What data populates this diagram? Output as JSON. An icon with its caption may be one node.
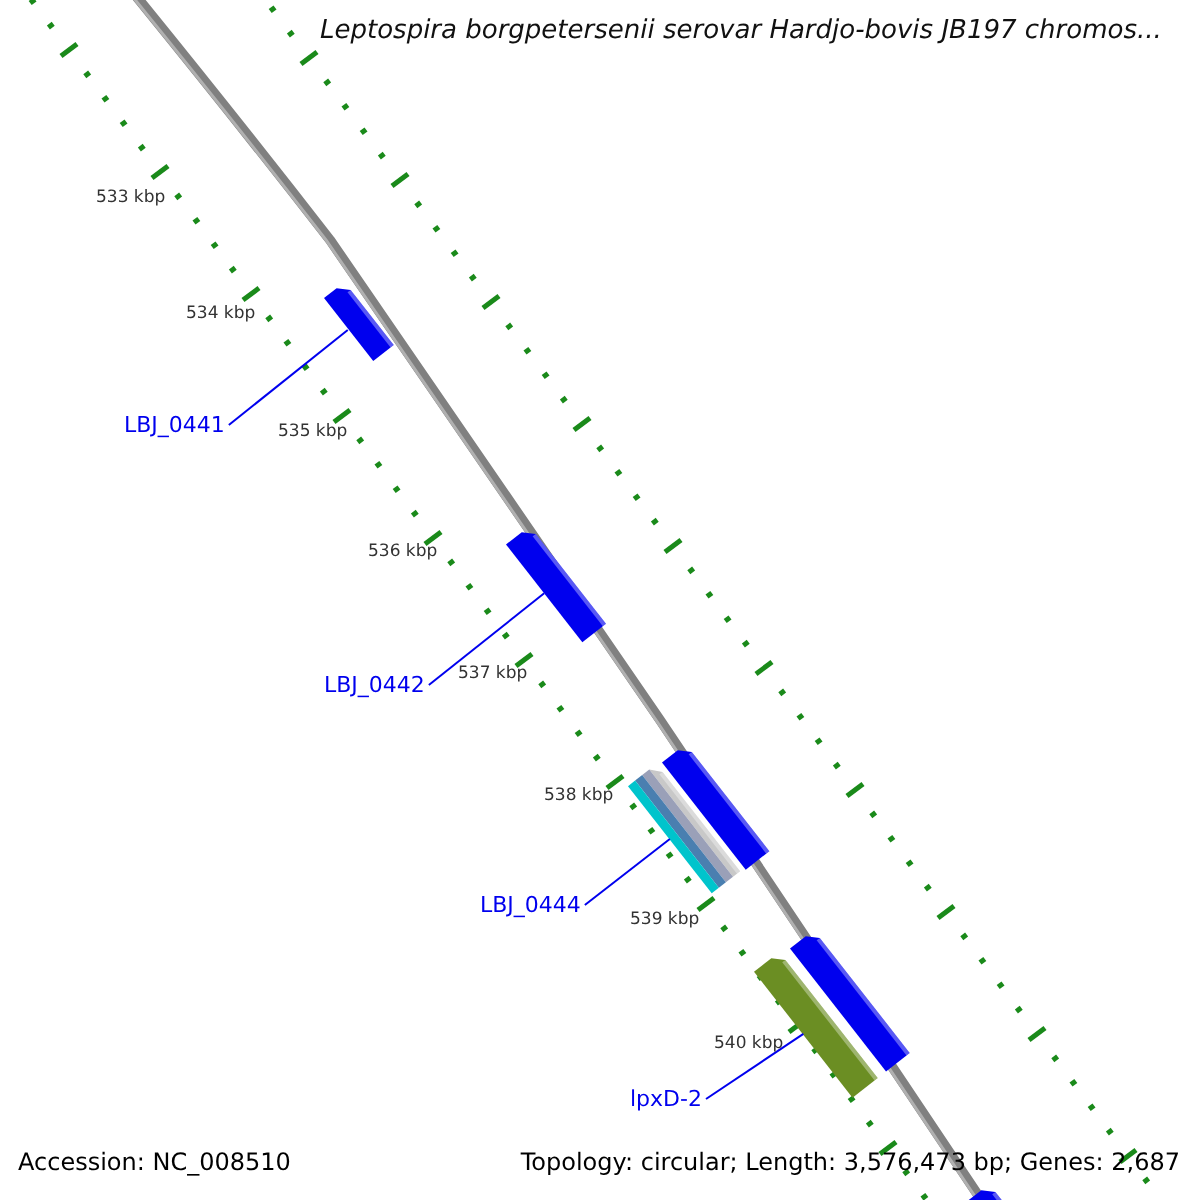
{
  "diagram": {
    "title": "Leptospira borgpetersenii serovar Hardjo-bovis JB197 chromos...",
    "nodes": [
      {
        "text": [
          "LBJ_0441"
        ]
      },
      {
        "text": [],
        "shape": "bar"
      },
      {
        "text": [
          "LBJ_0442"
        ]
      },
      {
        "text": [],
        "shape": "bar"
      },
      {
        "text": [],
        "shape": "bar"
      },
      {
        "text": [],
        "shape": "bar"
      },
      {
        "text": [
          "LBJ_0444"
        ]
      },
      {
        "text": [],
        "shape": "bar"
      },
      {
        "text": [],
        "shape": "bar"
      },
      {
        "text": [
          "lpxD-2"
        ]
      },
      {
        "text": [],
        "shape": "bar"
      }
    ],
    "edges": [
      {
        "from": 0,
        "to": 1,
        "arrow": "none"
      },
      {
        "from": 2,
        "to": 3,
        "arrow": "none"
      },
      {
        "from": 6,
        "to": 5,
        "arrow": "none"
      },
      {
        "from": 9,
        "to": 7,
        "arrow": "none"
      }
    ],
    "labels": [
      "533 kbp",
      "534 kbp",
      "535 kbp",
      "536 kbp",
      "537 kbp",
      "538 kbp",
      "539 kbp",
      "540 kbp",
      "Accession: NC_008510",
      "Topology: circular; Length: 3,576,473 bp; Genes: 2,687"
    ]
  }
}
